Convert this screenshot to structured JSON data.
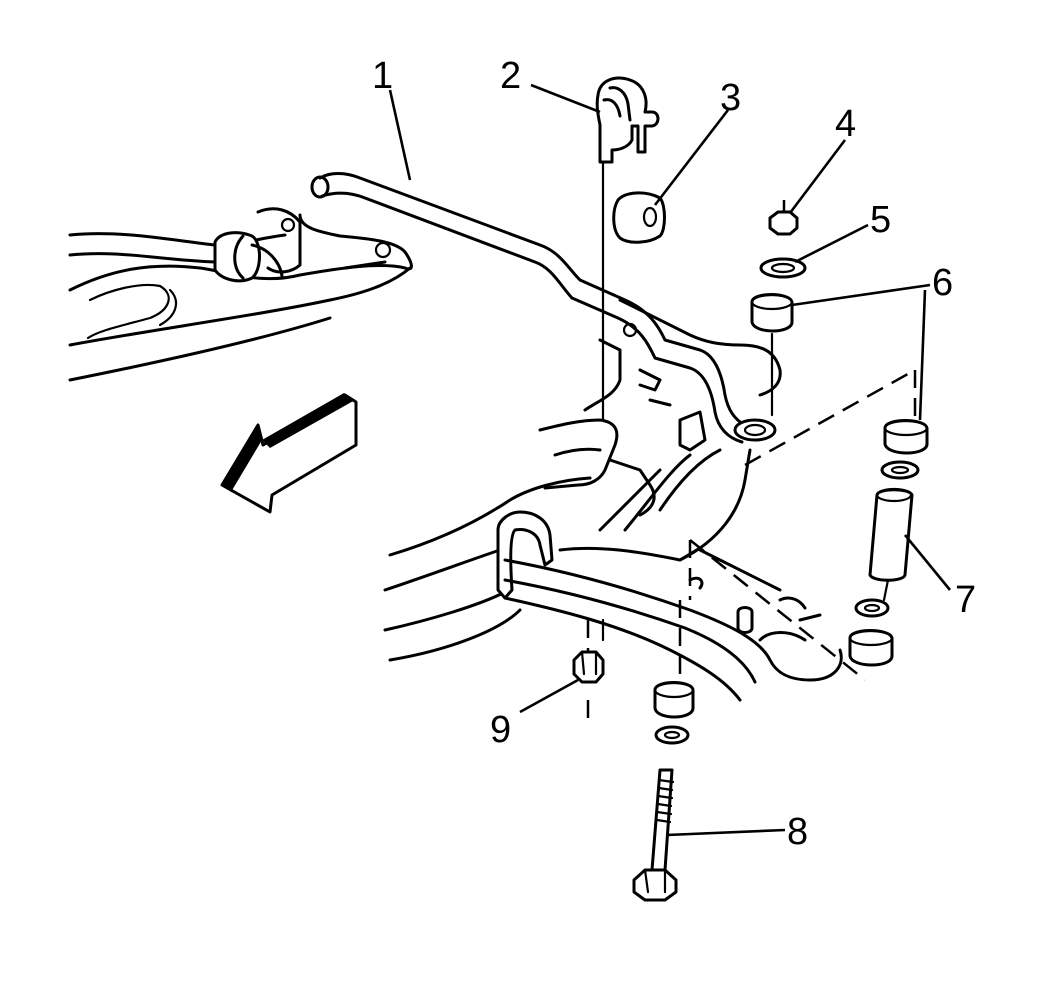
{
  "callouts": [
    {
      "id": 1,
      "label": "1"
    },
    {
      "id": 2,
      "label": "2"
    },
    {
      "id": 3,
      "label": "3"
    },
    {
      "id": 4,
      "label": "4"
    },
    {
      "id": 5,
      "label": "5"
    },
    {
      "id": 6,
      "label": "6"
    },
    {
      "id": 6,
      "label": "6"
    },
    {
      "id": 7,
      "label": "7"
    },
    {
      "id": 8,
      "label": "8"
    },
    {
      "id": 9,
      "label": "9"
    }
  ]
}
